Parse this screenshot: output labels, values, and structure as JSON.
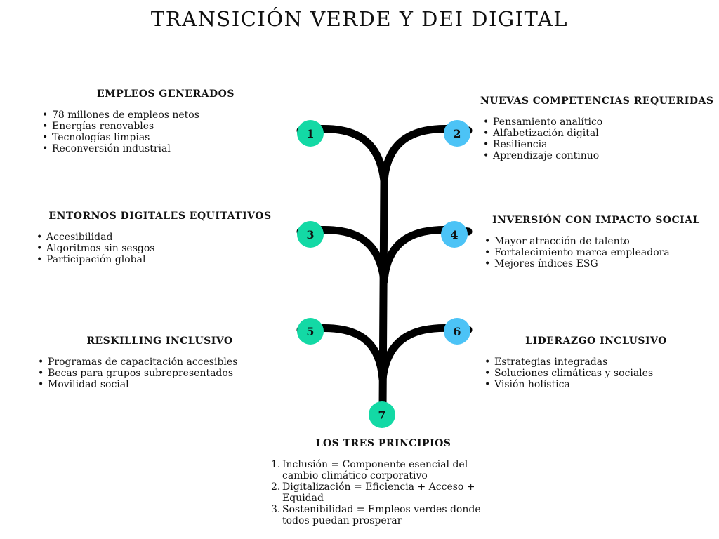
{
  "title": "TRANSICIÓN VERDE Y DEI DIGITAL",
  "nodes": [
    "1",
    "2",
    "3",
    "4",
    "5",
    "6",
    "7"
  ],
  "colors": {
    "green": "#13d9a5",
    "blue": "#4cc3f6",
    "branch": "#000000"
  },
  "sections": {
    "s1": {
      "heading": "EMPLEOS GENERADOS",
      "items": [
        "78 millones de empleos netos",
        "Energías renovables",
        "Tecnologías limpias",
        "Reconversión industrial"
      ]
    },
    "s2": {
      "heading": "NUEVAS COMPETENCIAS REQUERIDAS",
      "items": [
        "Pensamiento analítico",
        "Alfabetización digital",
        "Resiliencia",
        "Aprendizaje continuo"
      ]
    },
    "s3": {
      "heading": "ENTORNOS DIGITALES EQUITATIVOS",
      "items": [
        "Accesibilidad",
        "Algoritmos sin sesgos",
        "Participación global"
      ]
    },
    "s4": {
      "heading": "INVERSIÓN CON IMPACTO SOCIAL",
      "items": [
        "Mayor atracción de talento",
        "Fortalecimiento marca empleadora",
        "Mejores índices ESG"
      ]
    },
    "s5": {
      "heading": "RESKILLING INCLUSIVO",
      "items": [
        "Programas de capacitación accesibles",
        "Becas para grupos subrepresentados",
        "Movilidad social"
      ]
    },
    "s6": {
      "heading": "LIDERAZGO INCLUSIVO",
      "items": [
        "Estrategias integradas",
        "Soluciones climáticas y sociales",
        "Visión holística"
      ]
    },
    "s7": {
      "heading": "LOS TRES PRINCIPIOS",
      "numbers": [
        "1.",
        "2.",
        "3."
      ],
      "items": [
        "Inclusión = Componente esencial del cambio climático corporativo",
        "Digitalización = Eficiencia + Acceso + Equidad",
        "Sostenibilidad = Empleos verdes donde todos puedan prosperar"
      ]
    }
  }
}
